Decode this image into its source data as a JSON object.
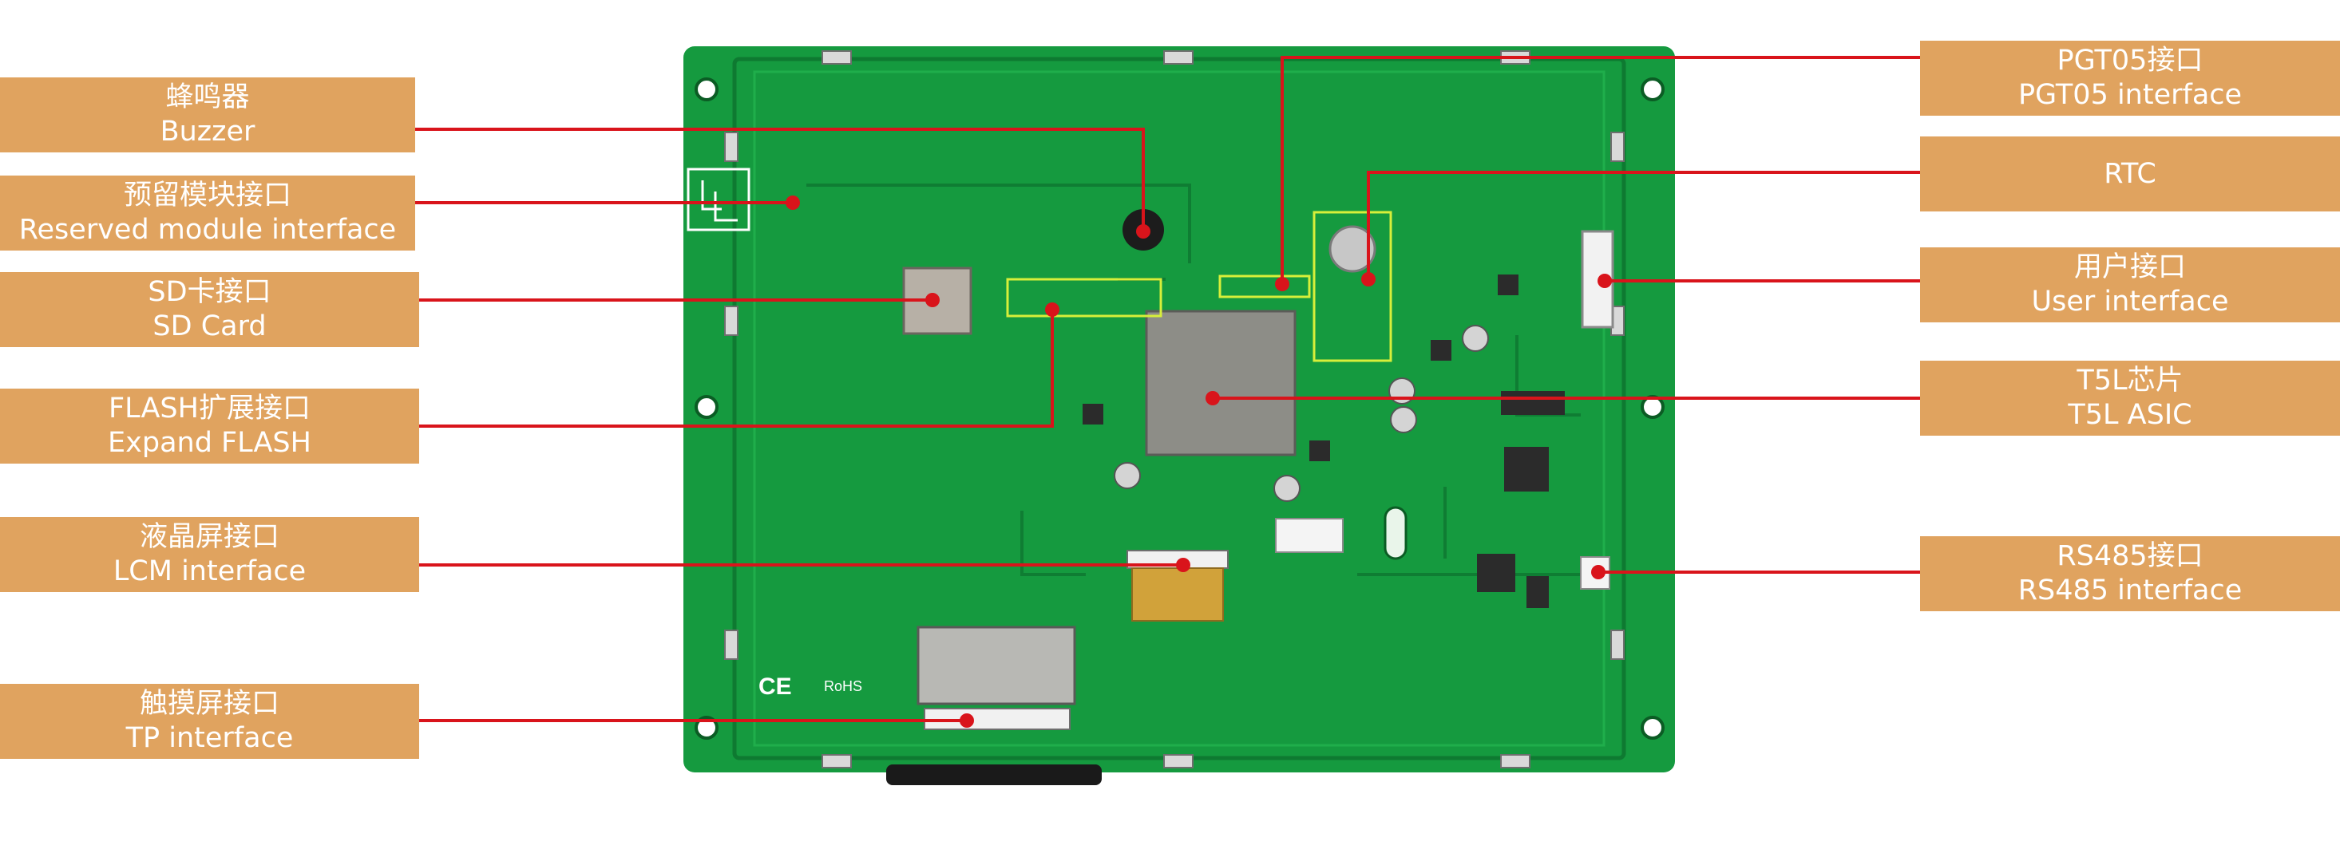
{
  "colors": {
    "label_bg": "#e0a35f",
    "label_text": "#ffffff",
    "leader_line": "#d9141b",
    "board": "#159a3f",
    "board_dark": "#0e7a31"
  },
  "labels": {
    "buzzer": {
      "zh": "蜂鸣器",
      "en": "Buzzer"
    },
    "reserved": {
      "zh": "预留模块接口",
      "en": "Reserved module interface"
    },
    "sdcard": {
      "zh": "SD卡接口",
      "en": "SD Card"
    },
    "flash": {
      "zh": "FLASH扩展接口",
      "en": "Expand FLASH"
    },
    "lcm": {
      "zh": "液晶屏接口",
      "en": "LCM interface"
    },
    "tp": {
      "zh": "触摸屏接口",
      "en": "TP interface"
    },
    "pgt05": {
      "zh": "PGT05接口",
      "en": "PGT05 interface"
    },
    "rtc": {
      "zh": "RTC",
      "en": ""
    },
    "user": {
      "zh": "用户接口",
      "en": "User interface"
    },
    "t5l": {
      "zh": "T5L芯片",
      "en": "T5L ASIC"
    },
    "rs485": {
      "zh": "RS485接口",
      "en": "RS485 interface"
    }
  },
  "board": {
    "cert_marks": {
      "ce": "CE",
      "rohs": "RoHS"
    }
  }
}
